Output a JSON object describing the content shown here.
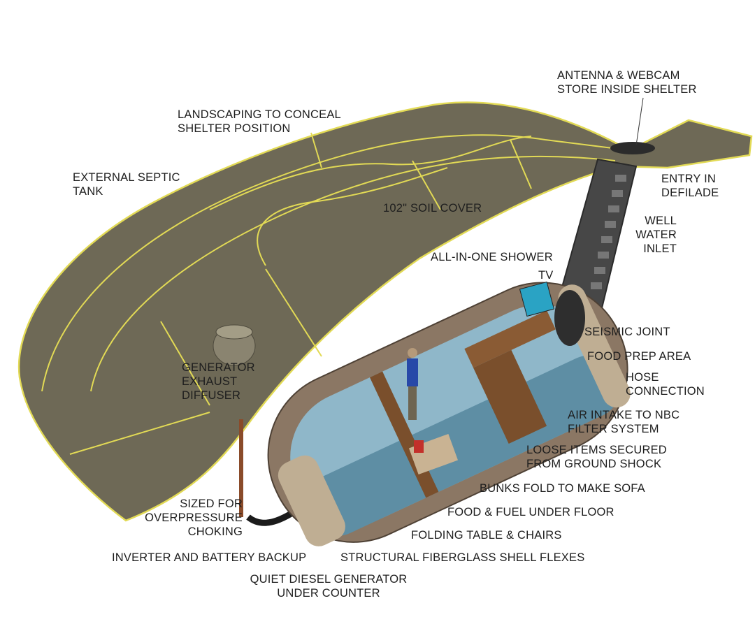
{
  "labels": {
    "antenna": [
      "ANTENNA & WEBCAM",
      "STORE INSIDE SHELTER"
    ],
    "landscaping": [
      "LANDSCAPING TO CONCEAL",
      "SHELTER POSITION"
    ],
    "septic": [
      "EXTERNAL SEPTIC",
      "TANK"
    ],
    "soil": "102\" SOIL COVER",
    "entry": [
      "ENTRY IN",
      "DEFILADE"
    ],
    "well": [
      "WELL",
      "WATER",
      "INLET"
    ],
    "shower": "ALL-IN-ONE SHOWER",
    "tv": "TV",
    "seismic": "SEISMIC JOINT",
    "food_prep": "FOOD PREP AREA",
    "hose": [
      "HOSE",
      "CONNECTION"
    ],
    "air_intake": [
      "AIR INTAKE TO NBC",
      "FILTER SYSTEM"
    ],
    "loose_items": [
      "LOOSE ITEMS SECURED",
      "FROM GROUND SHOCK"
    ],
    "bunks": "BUNKS FOLD TO MAKE SOFA",
    "food_fuel": "FOOD & FUEL UNDER FLOOR",
    "folding_table": "FOLDING TABLE & CHAIRS",
    "shell": "STRUCTURAL FIBERGLASS SHELL FLEXES",
    "inverter": "INVERTER AND BATTERY BACKUP",
    "generator": [
      "QUIET DIESEL GENERATOR",
      "UNDER COUNTER"
    ],
    "overpressure": [
      "SIZED FOR",
      "OVERPRESSURE",
      "CHOKING"
    ],
    "exhaust": [
      "GENERATOR",
      "EXHAUST",
      "DIFFUSER"
    ]
  },
  "colors": {
    "terrain": "#6e6956",
    "terrain_line": "#e2da55",
    "shell": "#8b7764",
    "interior": "#8fb7c9",
    "shaft": "#474747"
  }
}
